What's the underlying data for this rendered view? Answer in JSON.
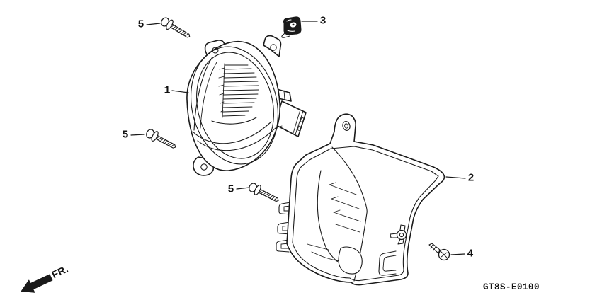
{
  "diagram": {
    "drawing_code": "GT8S-E0100",
    "front_direction_label": "FR.",
    "callouts": {
      "part1": "1",
      "part2": "2",
      "part3": "3",
      "part4": "4",
      "part5a": "5",
      "part5b": "5",
      "part5c": "5"
    }
  },
  "colors": {
    "line": "#1a1a1a",
    "background": "#ffffff"
  }
}
